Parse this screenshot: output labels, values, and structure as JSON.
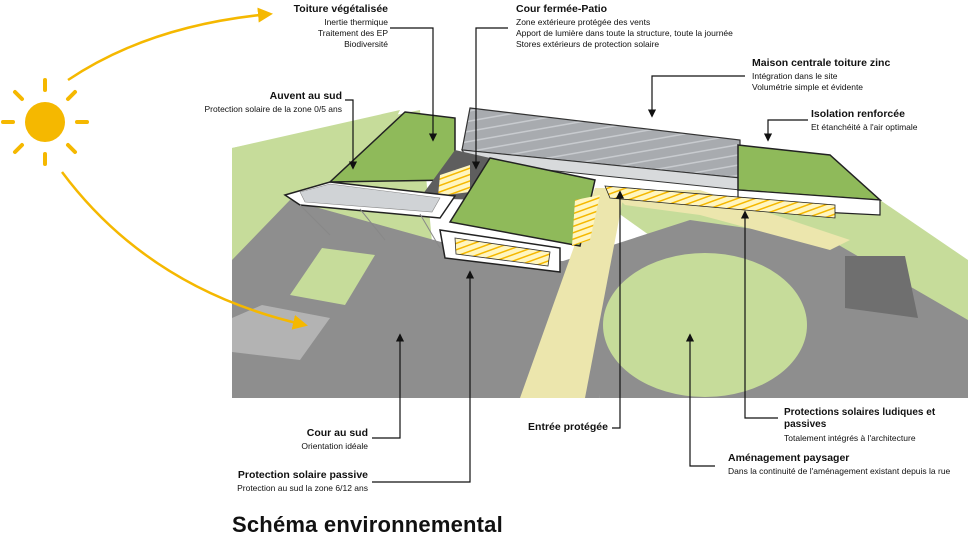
{
  "title": "Schéma environnemental",
  "colors": {
    "ground_green": "#c6dc9a",
    "roof_green": "#8fba5a",
    "asphalt": "#8e8e8e",
    "path_beige": "#ece6ad",
    "accent_yellow": "#f5b800",
    "zinc_roof": "#a6a9ad",
    "building_white": "#ffffff"
  },
  "icons": {
    "sun": "sun-icon",
    "arrow": "sun-ray-arrow"
  },
  "labels": {
    "toiture": {
      "title": "Toiture végétalisée",
      "lines": [
        "Inertie thermique",
        "Traitement des EP",
        "Biodiversité"
      ]
    },
    "cour_fermee": {
      "title": "Cour fermée-Patio",
      "lines": [
        "Zone extérieure protégée des vents",
        "Apport de lumière dans toute la structure, toute la journée",
        "Stores extérieurs de protection solaire"
      ]
    },
    "maison": {
      "title": "Maison centrale toiture zinc",
      "lines": [
        "Intégration dans le site",
        "Volumétrie simple et évidente"
      ]
    },
    "auvent": {
      "title": "Auvent au sud",
      "lines": [
        "Protection solaire de la zone 0/5 ans"
      ]
    },
    "isolation": {
      "title": "Isolation renforcée",
      "lines": [
        "Et étanchéité à l'air optimale"
      ]
    },
    "cour_sud": {
      "title": "Cour au sud",
      "lines": [
        "Orientation idéale"
      ]
    },
    "entree": {
      "title": "Entrée protégée",
      "lines": []
    },
    "protections_ludiques": {
      "title": "Protections solaires ludiques et passives",
      "lines": [
        "Totalement intégrés à l'architecture"
      ]
    },
    "amenagement": {
      "title": "Aménagement paysager",
      "lines": [
        "Dans la continuité de l'aménagement existant depuis la rue"
      ]
    },
    "protection_passive": {
      "title": "Protection solaire passive",
      "lines": [
        "Protection au sud  la zone 6/12 ans"
      ]
    }
  }
}
